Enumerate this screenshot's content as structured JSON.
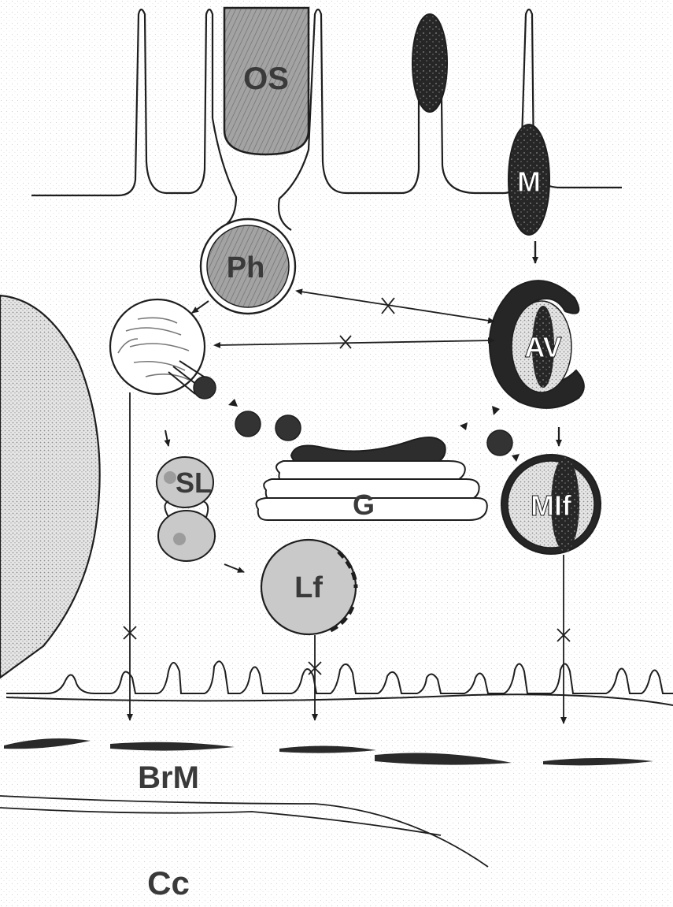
{
  "labels": {
    "outer_segment": "OS",
    "phagosome": "Ph",
    "melanosome": "M",
    "autophagic_vacuole": "AV",
    "secondary_lysosome": "SL",
    "golgi": "G",
    "melanolipofuscin": "MIf",
    "lipofuscin": "Lf",
    "bruchs_membrane": "BrM",
    "choriocapillaris": "Cc"
  },
  "colors": {
    "ink": "#1e1e1e",
    "stipple_bg": "#f4f4f4",
    "os_fill": "#9a9a9a",
    "ph_fill": "#8e8e8e",
    "light_organelle": "#c9c9c9",
    "dark_organelle": "#2d2d2d"
  }
}
